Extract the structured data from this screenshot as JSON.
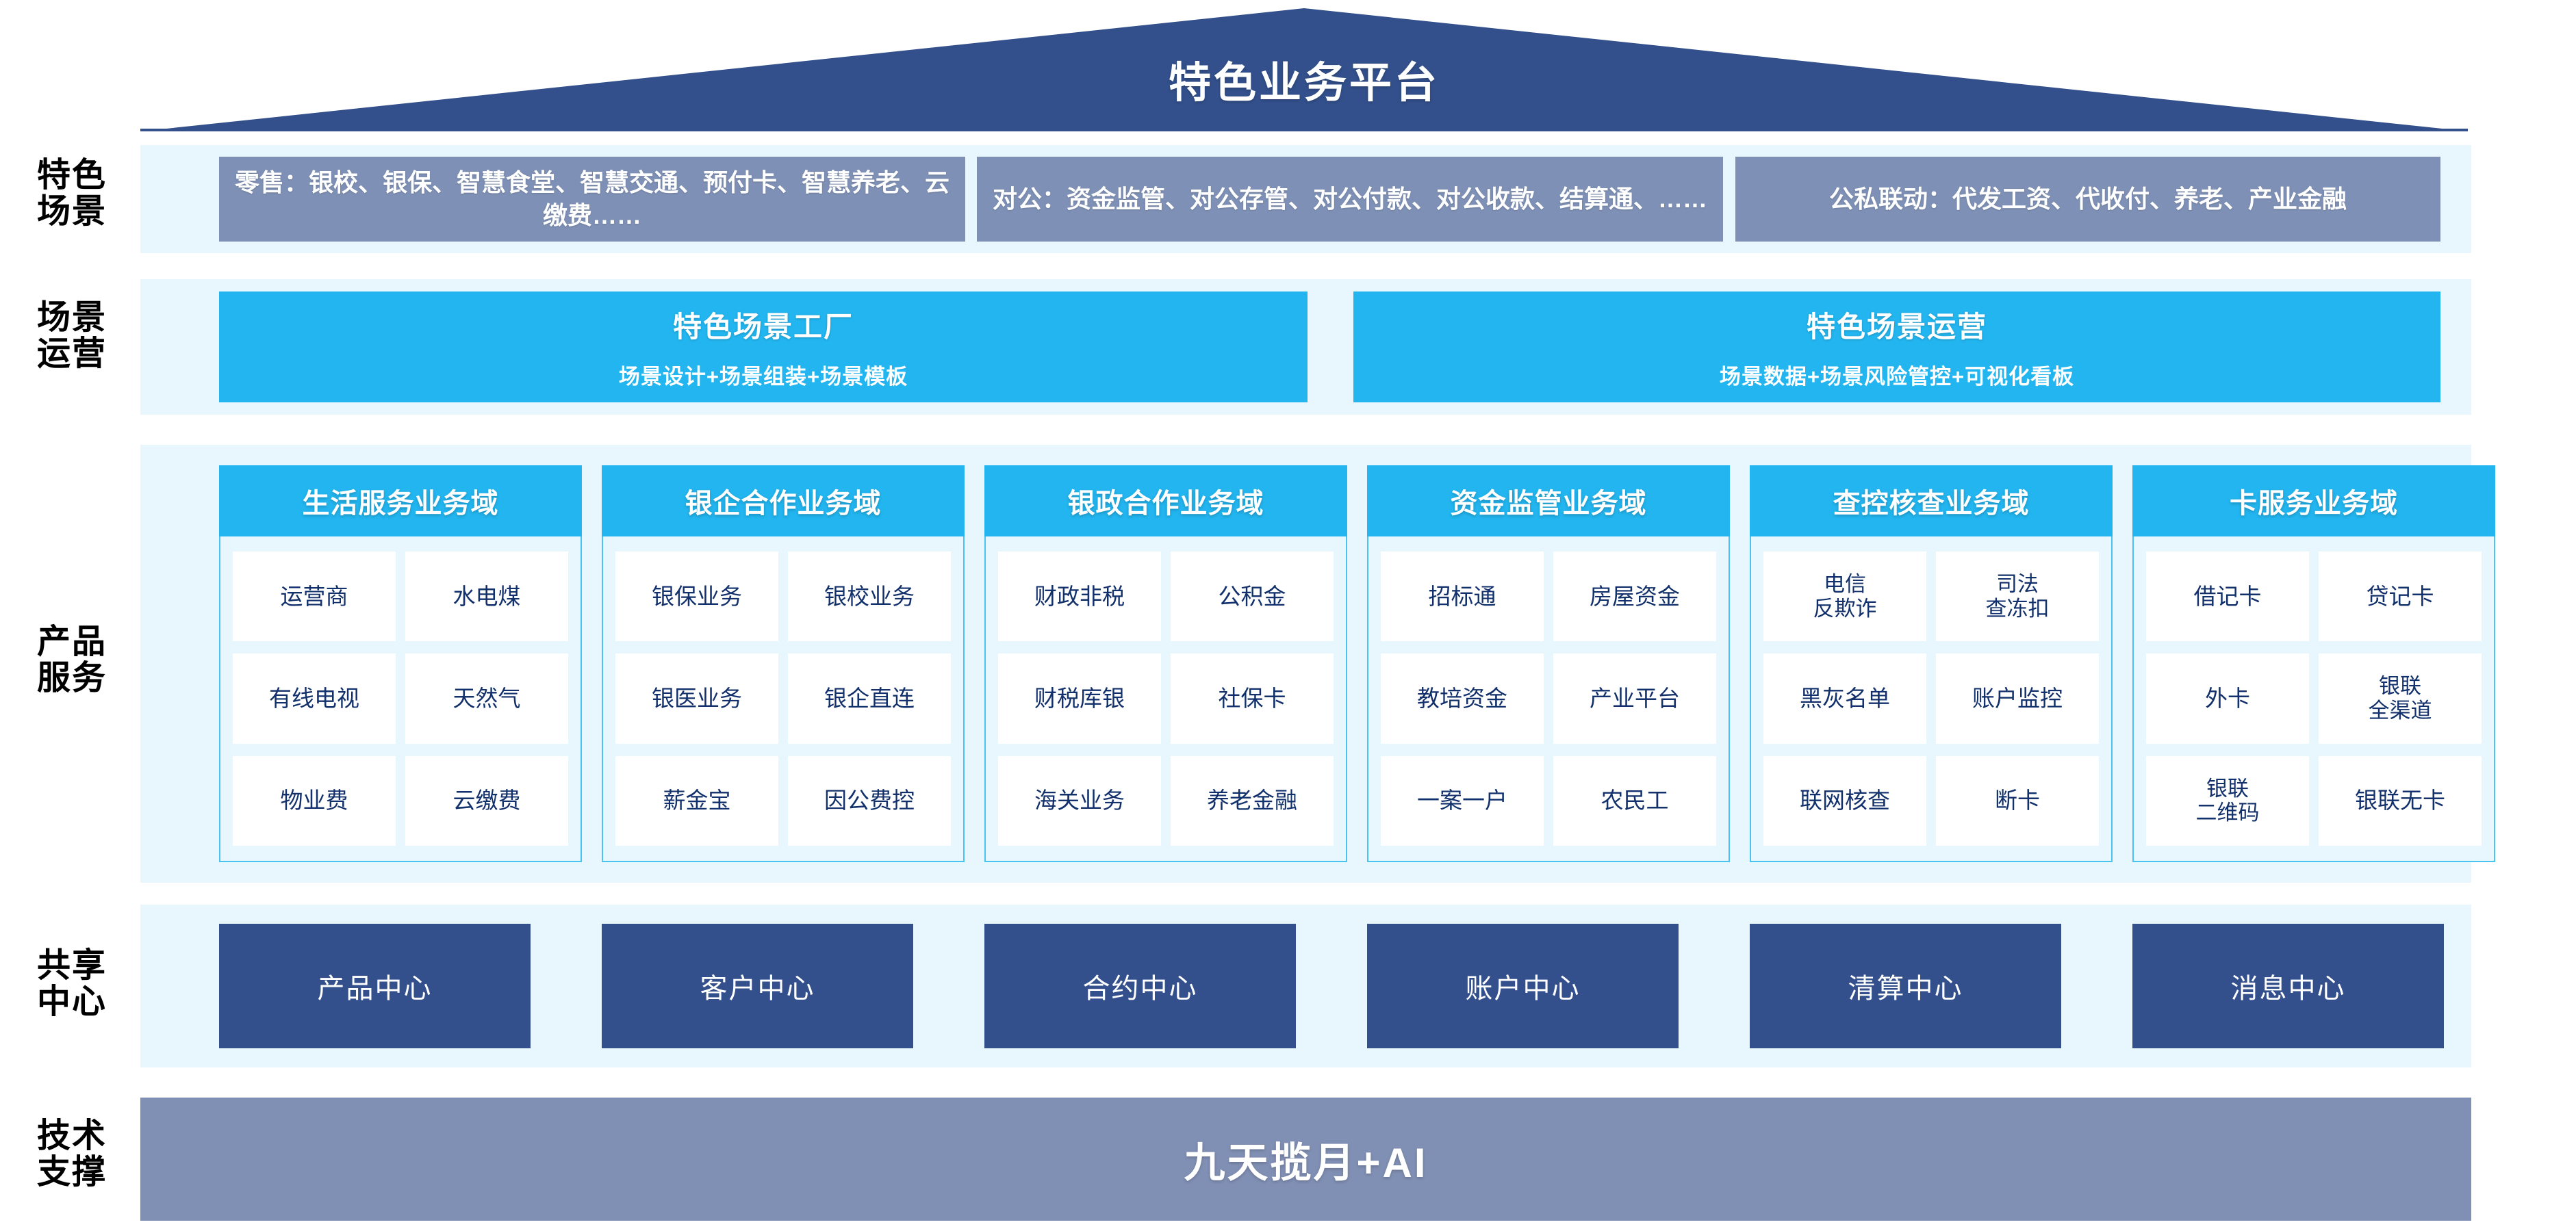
{
  "header": {
    "title": "特色业务平台",
    "banner_color": "#33508c"
  },
  "row_labels": {
    "scenario": "特色\n场景",
    "scenario_line1": "特色",
    "scenario_line2": "场景",
    "operation_line1": "场景",
    "operation_line2": "运营",
    "product_line1": "产品",
    "product_line2": "服务",
    "shared_line1": "共享",
    "shared_line2": "中心",
    "tech_line1": "技术",
    "tech_line2": "支撑"
  },
  "scenarios": [
    {
      "text": "零售：银校、银保、智慧食堂、智慧交通、预付卡、智慧养老、云缴费……"
    },
    {
      "text": "对公：资金监管、对公存管、对公付款、对公收款、结算通、……"
    },
    {
      "text": "公私联动：代发工资、代收付、养老、产业金融"
    }
  ],
  "operation": [
    {
      "title": "特色场景工厂",
      "subtitle": "场景设计+场景组装+场景模板"
    },
    {
      "title": "特色场景运营",
      "subtitle": "场景数据+场景风险管控+可视化看板"
    }
  ],
  "product_domains": [
    {
      "title": "生活服务业务域",
      "items": [
        "运营商",
        "水电煤",
        "有线电视",
        "天然气",
        "物业费",
        "云缴费"
      ]
    },
    {
      "title": "银企合作业务域",
      "items": [
        "银保业务",
        "银校业务",
        "银医业务",
        "银企直连",
        "薪金宝",
        "因公费控"
      ]
    },
    {
      "title": "银政合作业务域",
      "items": [
        "财政非税",
        "公积金",
        "财税库银",
        "社保卡",
        "海关业务",
        "养老金融"
      ]
    },
    {
      "title": "资金监管业务域",
      "items": [
        "招标通",
        "房屋资金",
        "教培资金",
        "产业平台",
        "一案一户",
        "农民工"
      ]
    },
    {
      "title": "查控核查业务域",
      "items": [
        "电信\n反欺诈",
        "司法\n查冻扣",
        "黑灰名单",
        "账户监控",
        "联网核查",
        "断卡"
      ]
    },
    {
      "title": "卡服务业务域",
      "items": [
        "借记卡",
        "贷记卡",
        "外卡",
        "银联\n全渠道",
        "银联\n二维码",
        "银联无卡"
      ]
    }
  ],
  "shared_centers": [
    "产品中心",
    "客户中心",
    "合约中心",
    "账户中心",
    "清算中心",
    "消息中心"
  ],
  "tech_support": {
    "label": "九天揽月+AI"
  },
  "colors": {
    "dark_blue": "#33508c",
    "slate_blue": "#7e90b5",
    "cyan": "#22b5ef",
    "panel_light": "#e8f7fd",
    "cell_text": "#12306b",
    "tech_bar": "#808fb4"
  }
}
